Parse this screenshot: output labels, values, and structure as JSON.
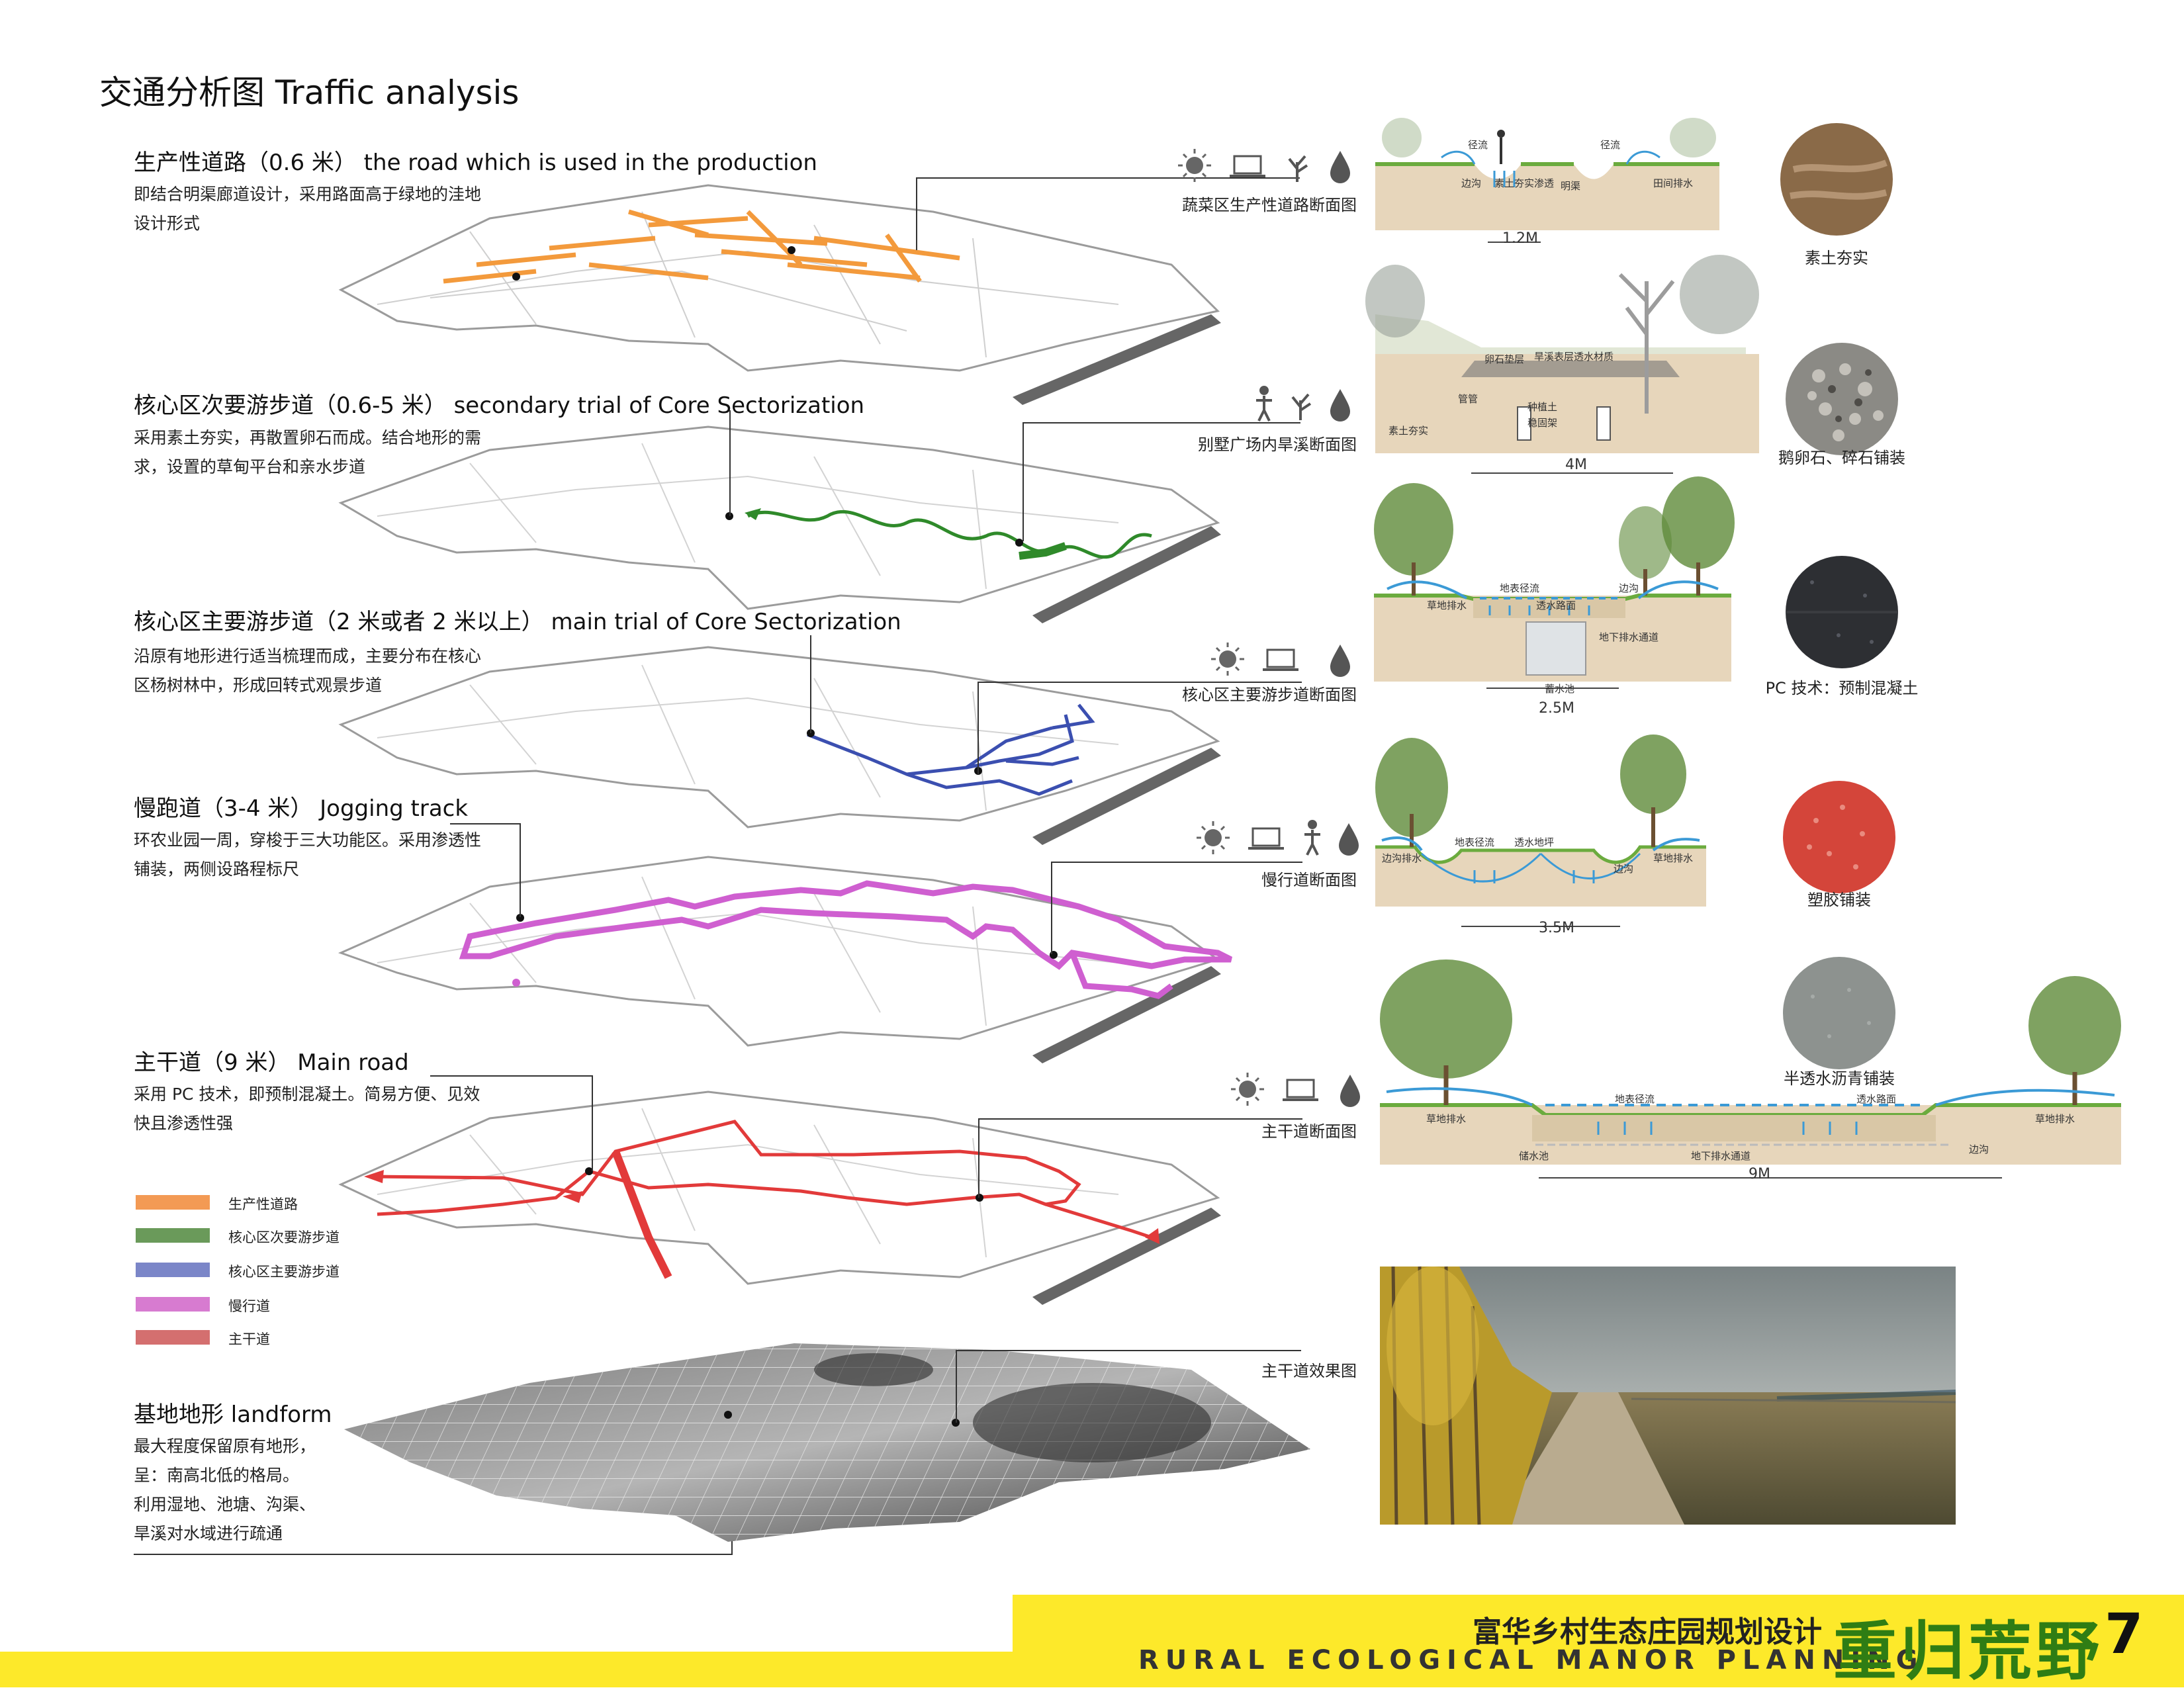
{
  "page_title": "交通分析图 Traffic analysis",
  "sections": [
    {
      "title": "生产性道路（0.6 米）  the road which is used in the production",
      "desc": "即结合明渠廊道设计，采用路面高于绿地的洼地设计形式",
      "caption": "蔬菜区生产性道路断面图",
      "road_color": "#f39a3c"
    },
    {
      "title": "核心区次要游步道（0.6-5 米）  secondary trial of  Core Sectorization",
      "desc": "采用素土夯实，再散置卵石而成。结合地形的需求，设置的草甸平台和亲水步道",
      "caption": "别墅广场内旱溪断面图",
      "road_color": "#2f8a2a"
    },
    {
      "title": "核心区主要游步道（2 米或者 2 米以上）  main trial of  Core Sectorization",
      "desc": "沿原有地形进行适当梳理而成，主要分布在核心区杨树林中，形成回转式观景步道",
      "caption": "核心区主要游步道断面图",
      "road_color": "#3b4fb0"
    },
    {
      "title": "慢跑道（3-4 米）  Jogging track",
      "desc": "环农业园一周，穿梭于三大功能区。采用渗透性铺装，两侧设路程标尺",
      "caption": "慢行道断面图",
      "road_color": "#cf5fd0"
    },
    {
      "title": "主干道（9 米）   Main road",
      "desc": "采用 PC 技术，即预制混凝土。简易方便、见效快且渗透性强",
      "caption": "主干道断面图",
      "road_color": "#e23a3a"
    }
  ],
  "legend": [
    {
      "label": "生产性道路",
      "color": "#f39a54"
    },
    {
      "label": "核心区次要游步道",
      "color": "#6a9a5a"
    },
    {
      "label": "核心区主要游步道",
      "color": "#7b86c8"
    },
    {
      "label": "慢行道",
      "color": "#d77bd0"
    },
    {
      "label": "主干道",
      "color": "#d46f6f"
    }
  ],
  "landform": {
    "title": "基地地形  landform",
    "desc": [
      "最大程度保留原有地形，",
      "呈：南高北低的格局。",
      "利用湿地、池塘、沟渠、",
      "旱溪对水域进行疏通"
    ]
  },
  "sections_drawings": [
    {
      "dimension": "1.2M",
      "labels": [
        "径流",
        "径流",
        "边沟",
        "素土夯实渗透",
        "明渠",
        "田间排水"
      ]
    },
    {
      "dimension": "4M",
      "labels": [
        "卵石垫层",
        "旱溪表层透水材质",
        "素土夯实",
        "管管",
        "种植土",
        "稳固架"
      ]
    },
    {
      "dimension": "2.5M",
      "labels": [
        "地表径流",
        "边沟",
        "草地排水",
        "透水路面",
        "地下排水通道",
        "蓄水池"
      ]
    },
    {
      "dimension": "3.5M",
      "labels": [
        "地表径流",
        "透水地坪",
        "边沟排水",
        "边沟",
        "草地排水"
      ]
    },
    {
      "dimension": "9M",
      "labels": [
        "地表径流",
        "透水路面",
        "草地排水",
        "储水池",
        "地下排水通道",
        "边沟",
        "草地排水"
      ]
    }
  ],
  "materials": [
    {
      "label": "素土夯实",
      "color": "#8a6a48"
    },
    {
      "label": "鹅卵石、碎石铺装",
      "color": "#8b8a85"
    },
    {
      "label": "PC 技术：预制混凝土",
      "color": "#2d2f33"
    },
    {
      "label": "塑胶铺装",
      "color": "#d4453a"
    },
    {
      "label": "半透水沥青铺装",
      "color": "#8d928f"
    }
  ],
  "photo_caption": "主干道效果图",
  "footer": {
    "cn": "富华乡村生态庄园规划设计",
    "en": "RURAL ECOLOGICAL MANOR PLANNING",
    "brand": "重归荒野",
    "page": "7"
  }
}
